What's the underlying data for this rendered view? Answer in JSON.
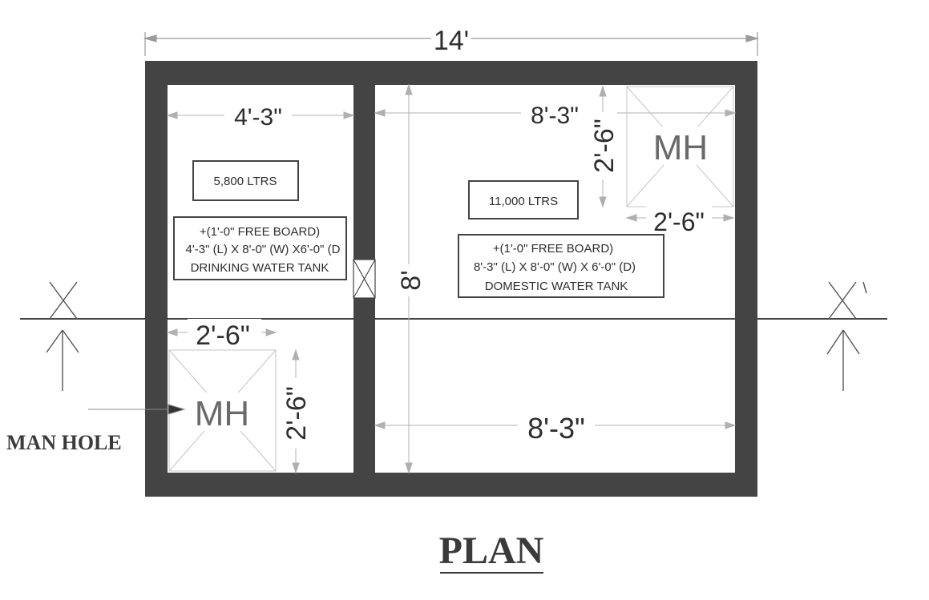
{
  "overall_width": "14'",
  "overall_depth": "8'",
  "left_tank": {
    "width_dim": "4'-3\"",
    "capacity": "5,800 LTRS",
    "spec_line1": "+(1'-0\" FREE BOARD)",
    "spec_line2": "4'-3\" (L) X 8'-0\" (W) X6'-0\" (D",
    "spec_line3": "DRINKING WATER TANK",
    "manhole_label": "MH",
    "manhole_width": "2'-6\"",
    "manhole_depth": "2'-6\""
  },
  "right_tank": {
    "width_dim_top": "8'-3\"",
    "width_dim_bottom": "8'-3\"",
    "capacity": "11,000 LTRS",
    "spec_line1": "+(1'-0\" FREE BOARD)",
    "spec_line2": "8'-3\" (L) X 8'-0\" (W) X 6'-0\" (D)",
    "spec_line3": "DOMESTIC  WATER TANK",
    "manhole_label": "MH",
    "manhole_width": "2'-6\"",
    "manhole_depth": "2'-6\""
  },
  "section_left": "X",
  "section_right": "X '",
  "manhole_callout": "MAN HOLE",
  "drawing_title": "PLAN"
}
